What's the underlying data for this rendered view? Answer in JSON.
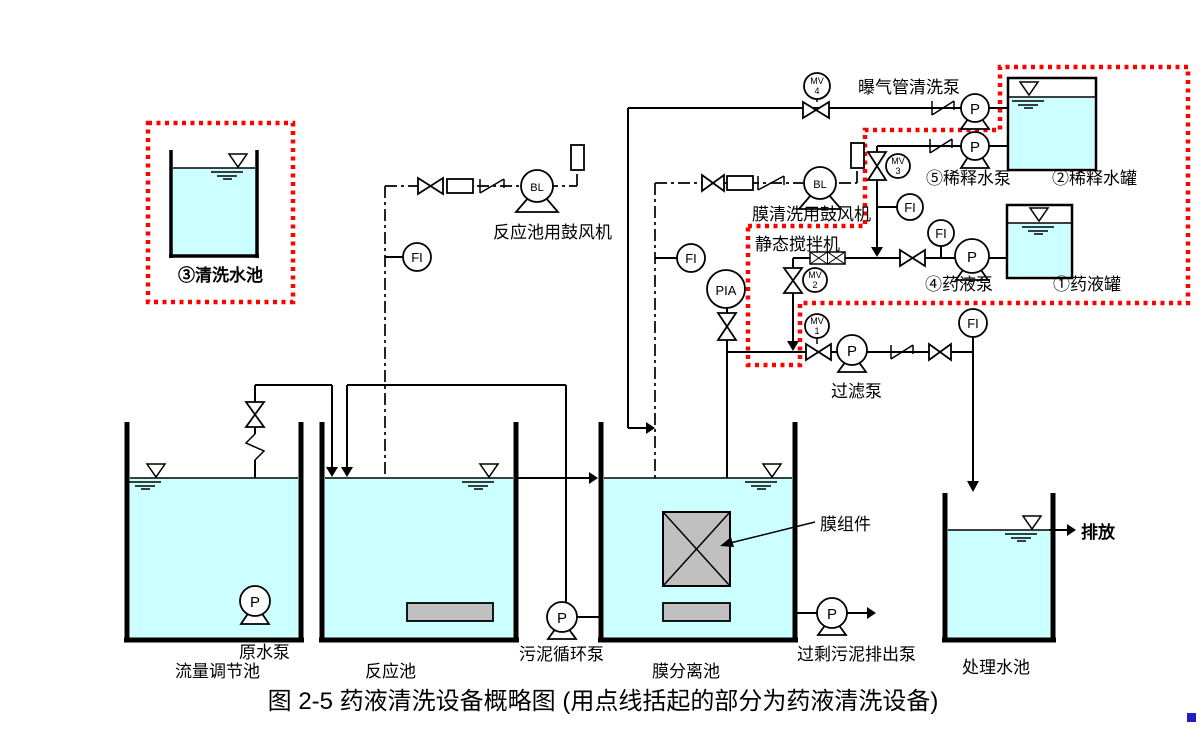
{
  "caption": "图 2-5 药液清洗设备概略图 (用点线括起的部分为药液清洗设备)",
  "colors": {
    "water": "#CCFFFF",
    "equipment_gray": "#C0C0C0",
    "boundary_red": "#FF0000",
    "line": "#000000",
    "artifact_blue": "#2020C0"
  },
  "instruments": {
    "flow_indicator": "FI",
    "blower": "BL",
    "pump": "P",
    "pressure_indicator": "PIA",
    "motor_valve": "MV",
    "mv_numbers": [
      "1",
      "2",
      "3",
      "4"
    ]
  },
  "equipment": {
    "cleaning_tank": "③清洗水池",
    "reaction_blower": "反应池用鼓风机",
    "membrane_blower": "膜清洗用鼓风机",
    "aeration_pipe_cleaning_pump": "曝气管清洗泵",
    "static_mixer": "静态搅拌机",
    "dilution_water_pump": "⑤稀释水泵",
    "dilution_water_tank": "②稀释水罐",
    "chemical_pump": "④药液泵",
    "chemical_tank": "①药液罐",
    "filter_pump": "过滤泵",
    "membrane_module": "膜组件",
    "raw_water_pump": "原水泵",
    "flow_regulation_tank": "流量调节池",
    "reaction_tank": "反应池",
    "sludge_circulation_pump": "污泥循环泵",
    "membrane_separation_tank": "膜分离池",
    "excess_sludge_discharge_pump": "过剩污泥排出泵",
    "treated_water_tank": "处理水池",
    "discharge": "排放"
  }
}
